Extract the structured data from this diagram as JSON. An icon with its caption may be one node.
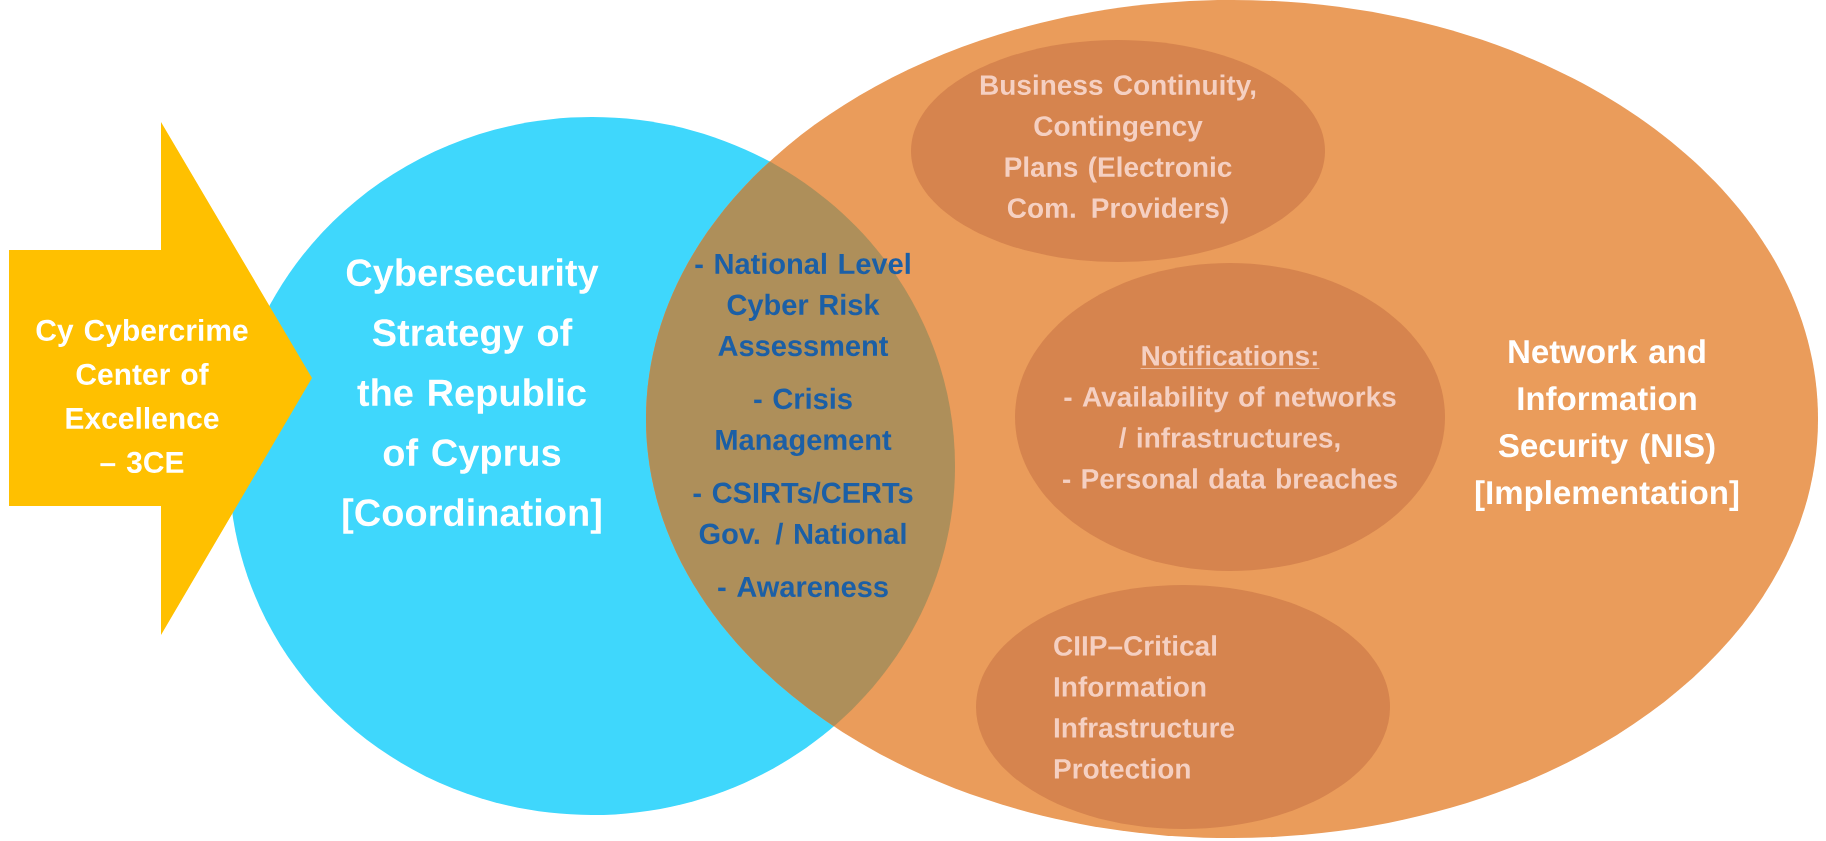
{
  "diagram": {
    "nodes": [
      {
        "text": [
          "Cy Cybercrime Center of Excellence – 3CE"
        ]
      },
      {
        "text": [
          "Cybersecurity Strategy of the Republic of Cyprus [Coordination]"
        ]
      },
      {
        "text": [
          "Network and Information Security (NIS) [Implementation]"
        ]
      },
      {
        "text": [
          "- National Level Cyber Risk Assessment",
          "- Crisis Management",
          "- CSIRTs/CERTs Gov. / National",
          "- Awareness"
        ]
      },
      {
        "text": [
          "Business Continuity, Contingency Plans (Electronic Com. Providers)"
        ],
        "in": 2
      },
      {
        "text": [
          "Notifications:",
          "- Availability of networks / infrastructures,",
          "- Personal data breaches"
        ],
        "in": 2
      },
      {
        "text": [
          "CIIP–Critical Information Infrastructure Protection"
        ],
        "in": 2
      }
    ]
  }
}
